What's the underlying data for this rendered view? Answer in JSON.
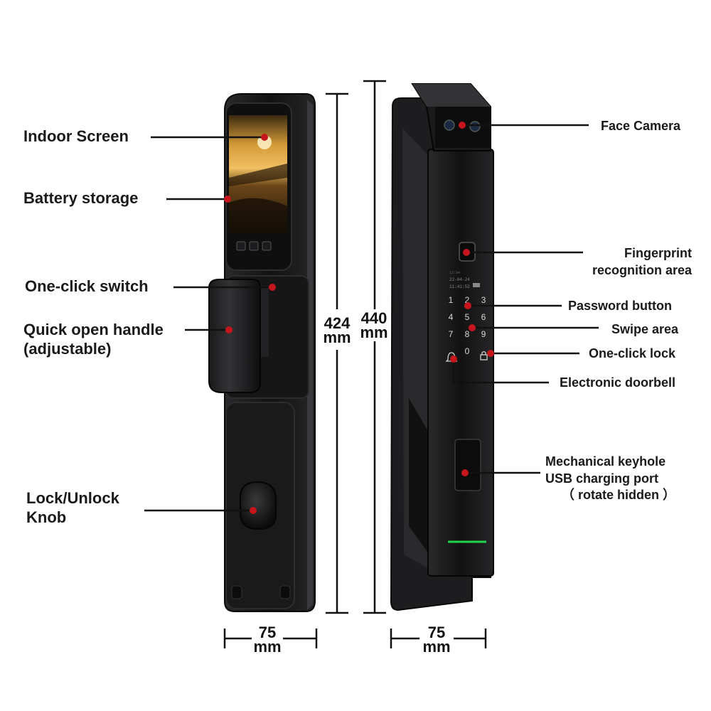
{
  "labels": {
    "indoor_screen": "Indoor Screen",
    "battery_storage": "Battery storage",
    "one_click_switch": "One-click switch",
    "quick_open_handle": "Quick open handle",
    "adjustable": "(adjustable)",
    "lock_unlock": "Lock/Unlock",
    "knob": "Knob",
    "face_camera": "Face Camera",
    "fingerprint": "Fingerprint",
    "recognition_area": "recognition area",
    "password_button": "Password button",
    "swipe_area": "Swipe area",
    "one_click_lock": "One-click lock",
    "electronic_doorbell": "Electronic doorbell",
    "mechanical_keyhole": "Mechanical keyhole",
    "usb_port": "USB charging port",
    "rotate_hidden": "（ rotate hidden ）"
  },
  "dimensions": {
    "inner_height_value": "424",
    "outer_height_value": "440",
    "unit": "mm",
    "inner_width_value": "75",
    "outer_width_value": "75"
  },
  "keypad": {
    "keys": [
      "1",
      "2",
      "3",
      "4",
      "5",
      "6",
      "7",
      "8",
      "9",
      "",
      "0",
      ""
    ]
  },
  "colors": {
    "marker": "#c4161c",
    "body": "#141414",
    "indicator": "#1fd64a"
  }
}
